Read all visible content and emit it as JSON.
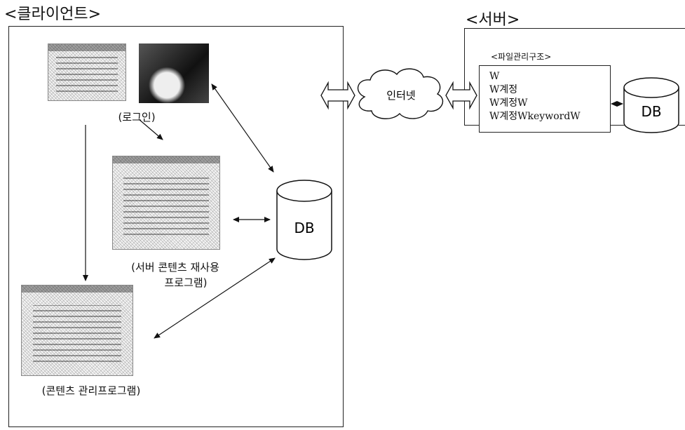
{
  "client": {
    "title": "<클라이언트>",
    "login_caption": "(로그인)",
    "reuse_caption_line1": "(서버 콘텐츠 재사용",
    "reuse_caption_line2": "프로그램)",
    "manage_caption": "(콘텐츠 관리프로그램)",
    "db_label": "DB"
  },
  "network": {
    "cloud_label": "인터넷"
  },
  "server": {
    "title": "<서버>",
    "fs_title": "<파일관리구조>",
    "fs_lines": [
      "W",
      "W계정",
      "W계정W",
      "W계정WkeywordW"
    ],
    "db_label": "DB"
  }
}
